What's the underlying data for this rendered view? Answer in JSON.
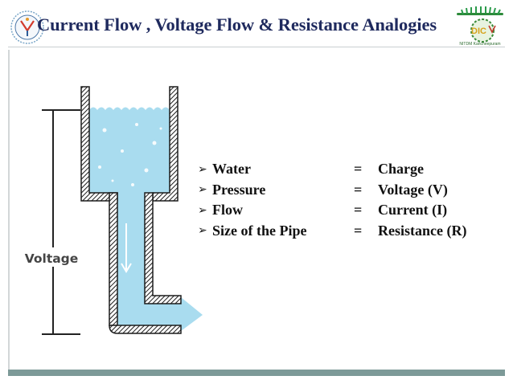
{
  "slide": {
    "title": "Current Flow , Voltage Flow & Resistance Analogies",
    "right_logo_caption": "NITDM Kancheepuram"
  },
  "diagram": {
    "voltage_label": "Voltage"
  },
  "analogies": [
    {
      "bullet": "➢",
      "term": "Water",
      "equals": "=",
      "value": "Charge"
    },
    {
      "bullet": "➢",
      "term": "Pressure",
      "equals": "=",
      "value": "Voltage (V)"
    },
    {
      "bullet": "➢",
      "term": "Flow",
      "equals": "=",
      "value": "Current (I)"
    },
    {
      "bullet": "➢",
      "term": "Size of the Pipe",
      "equals": "=",
      "value": "Resistance (R)"
    }
  ],
  "colors": {
    "title": "#1f2a5e",
    "water": "#a9dcef",
    "pipe_wall": "#222222",
    "footer_bar": "#7d9a98"
  }
}
